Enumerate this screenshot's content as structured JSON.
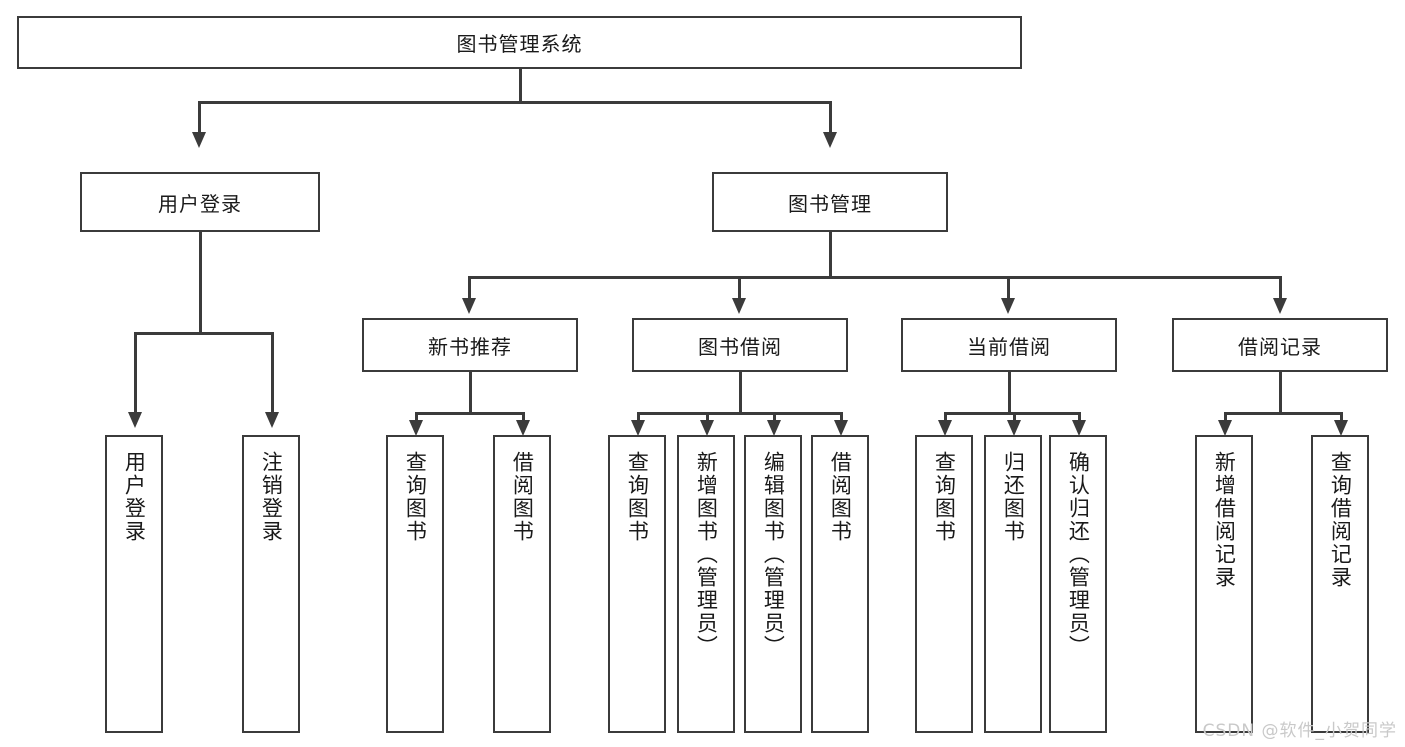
{
  "diagram": {
    "type": "tree-hierarchy",
    "title": "图书管理系统",
    "root": {
      "label": "图书管理系统"
    },
    "level2": [
      {
        "label": "用户登录"
      },
      {
        "label": "图书管理"
      }
    ],
    "level3": [
      {
        "label": "新书推荐"
      },
      {
        "label": "图书借阅"
      },
      {
        "label": "当前借阅"
      },
      {
        "label": "借阅记录"
      }
    ],
    "leaves": {
      "user_login": [
        {
          "label": "用户登录"
        },
        {
          "label": "注销登录"
        }
      ],
      "new_book_recommend": [
        {
          "label": "查询图书"
        },
        {
          "label": "借阅图书"
        }
      ],
      "book_borrow": [
        {
          "label": "查询图书"
        },
        {
          "label": "新增图书（管理员）"
        },
        {
          "label": "编辑图书（管理员）"
        },
        {
          "label": "借阅图书"
        }
      ],
      "current_borrow": [
        {
          "label": "查询图书"
        },
        {
          "label": "归还图书"
        },
        {
          "label": "确认归还（管理员）"
        }
      ],
      "borrow_record": [
        {
          "label": "新增借阅记录"
        },
        {
          "label": "查询借阅记录"
        }
      ]
    }
  },
  "watermark": {
    "text": "CSDN @软件_小贺同学"
  },
  "colors": {
    "border": "#3b3b3b",
    "fill": "#ffffff",
    "text": "#1a1a1a",
    "watermark": "#c9c9c9"
  }
}
